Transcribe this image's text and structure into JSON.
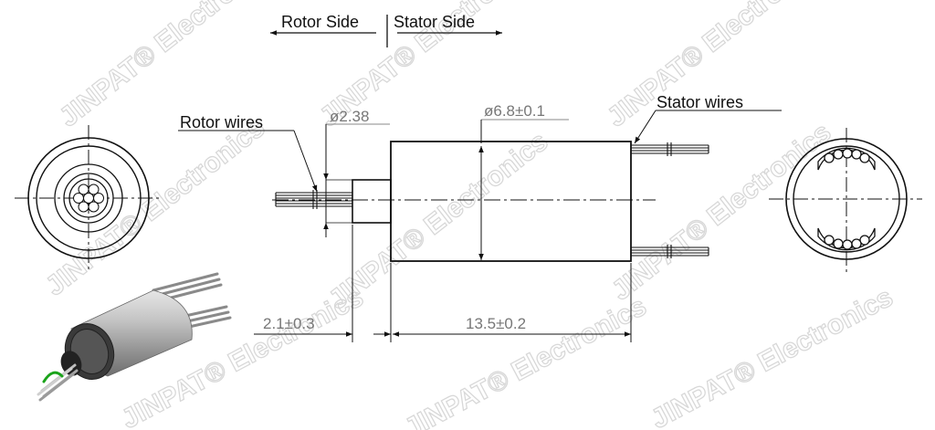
{
  "watermark": {
    "text": "JINPAT® Electronics"
  },
  "direction": {
    "rotor_side": "Rotor Side",
    "stator_side": "Stator Side"
  },
  "callouts": {
    "rotor_wires": "Rotor wires",
    "stator_wires": "Stator wires"
  },
  "dimensions": {
    "shaft_diameter": "ø2.38",
    "body_diameter": "ø6.8±0.1",
    "shaft_length": "2.1±0.3",
    "body_length": "13.5±0.2"
  },
  "colors": {
    "line": "#111111",
    "dim_text": "#777777",
    "watermark": "#d8d8d8",
    "body_gray": "#a8a8a8",
    "wire_green": "#1aa31a"
  }
}
